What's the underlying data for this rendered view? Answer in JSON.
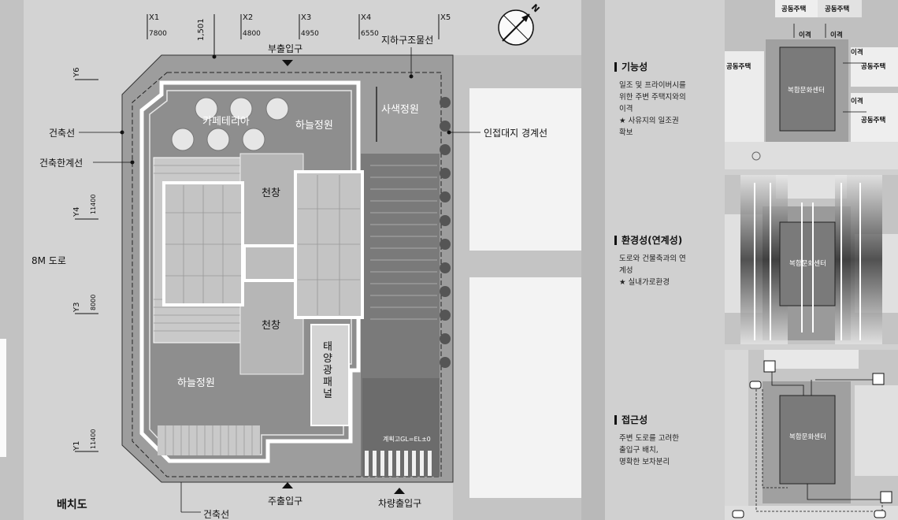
{
  "site_plan": {
    "title": "배치도",
    "road_label": "8M 도로",
    "labels": {
      "building_line": "건축선",
      "building_limit_line": "건축한계선",
      "adjacent_boundary": "인접대지 경계선",
      "underground_structure": "지하구조물선",
      "sub_entrance": "부출입구",
      "main_entrance": "주출입구",
      "vehicle_entrance": "차량출입구",
      "building_line_bottom": "건축선",
      "cafeteria": "카페테리아",
      "sky_garden_top": "하늘정원",
      "sky_garden_bottom": "하늘정원",
      "thinking_garden": "사색정원",
      "skylight_top": "천창",
      "skylight_bottom": "천창",
      "solar_panel": "태양광패널",
      "ground_level": "계획고GL=EL±0",
      "dim_1501": "1,501"
    },
    "x_axes": [
      {
        "name": "X1",
        "dim": "7800"
      },
      {
        "name": "X2",
        "dim": "4800"
      },
      {
        "name": "X3",
        "dim": "4950"
      },
      {
        "name": "X4",
        "dim": "6550"
      },
      {
        "name": "X5",
        "dim": ""
      }
    ],
    "y_axes": [
      {
        "name": "Y6",
        "dim": ""
      },
      {
        "name": "Y4",
        "dim": "11400"
      },
      {
        "name": "Y3",
        "dim": "8000"
      },
      {
        "name": "Y1",
        "dim": "11400"
      }
    ],
    "north_label": "N"
  },
  "concepts": [
    {
      "title": "기능성",
      "lines": [
        "일조 및 프라이버시를",
        "위한 주변 주택지와의",
        "이격",
        "★ 사유지의 일조권",
        "확보"
      ]
    },
    {
      "title": "환경성(연계성)",
      "lines": [
        "도로와 건물축과의 연",
        "계성",
        "★ 실내가로환경"
      ]
    },
    {
      "title": "접근성",
      "lines": [
        "주변 도로를 고려한",
        "출입구 배치,",
        "명확한 보차분리"
      ]
    }
  ],
  "diagrams": {
    "d1": {
      "apartment_top_1": "공동주택",
      "apartment_top_2": "공동주택",
      "apartment_left": "공동주택",
      "apartment_right_1": "공동주택",
      "apartment_right_2": "공동주택",
      "gap_1": "이격",
      "gap_2": "이격",
      "gap_3": "이격",
      "gap_4": "이격",
      "center": "복합문화센터"
    },
    "d2": {
      "center": "복합문화센터"
    },
    "d3": {
      "center": "복합문화센터"
    }
  }
}
